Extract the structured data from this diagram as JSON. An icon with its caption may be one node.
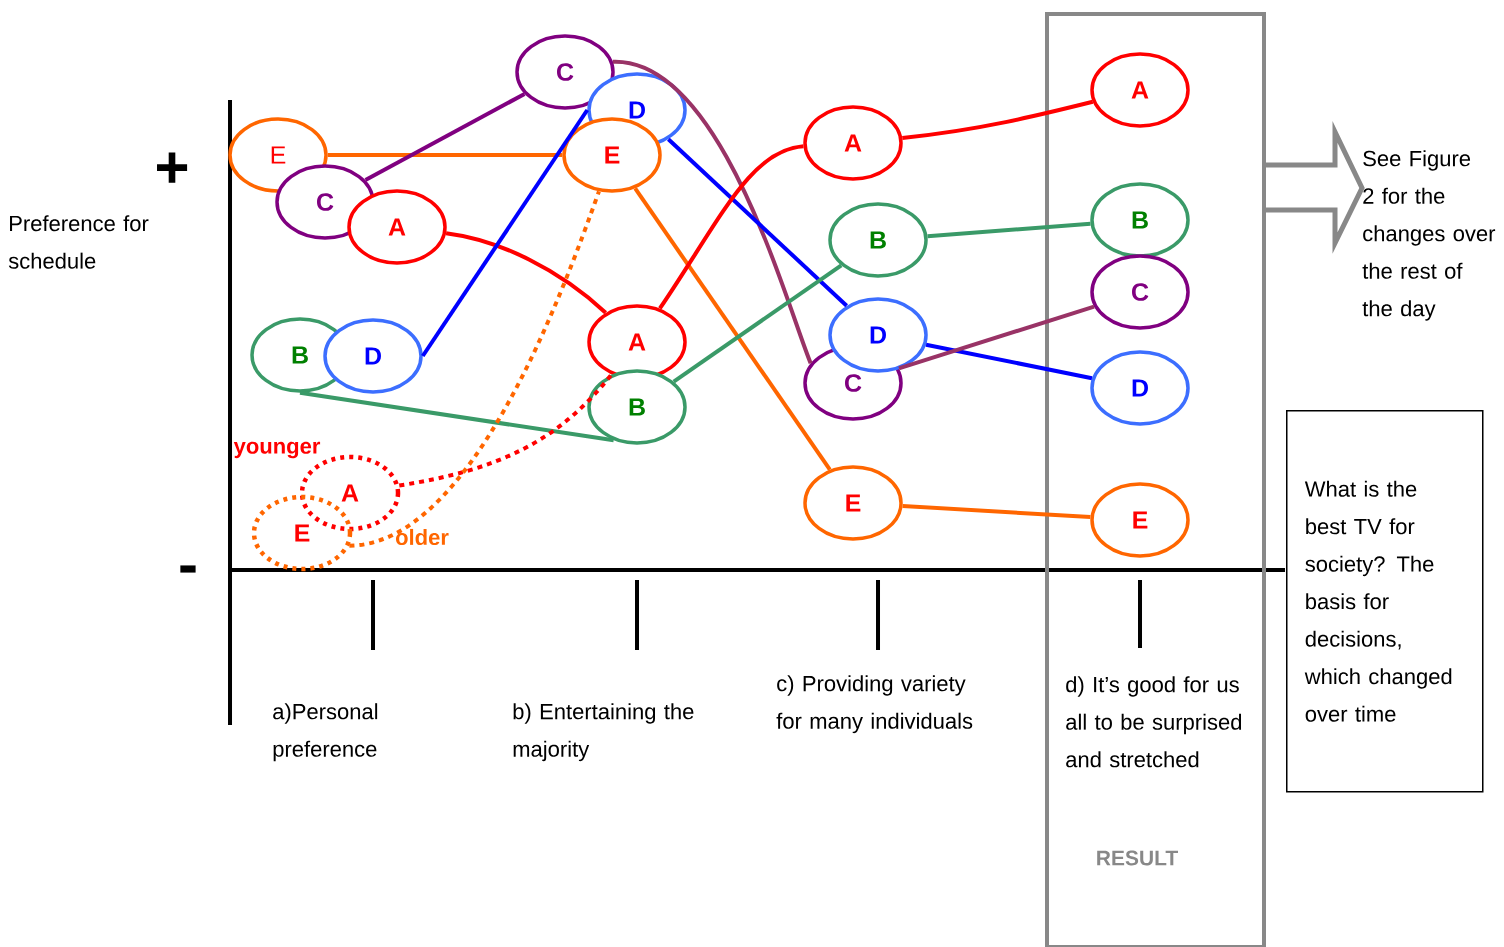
{
  "diagram": {
    "nodes": [
      {
        "text": [
          "E"
        ]
      },
      {
        "text": [
          "C"
        ]
      },
      {
        "text": [
          "A"
        ]
      },
      {
        "text": [
          "B"
        ]
      },
      {
        "text": [
          "D"
        ]
      },
      {
        "text": [
          "C"
        ]
      },
      {
        "text": [
          "D"
        ]
      },
      {
        "text": [
          "E"
        ]
      },
      {
        "text": [
          "A"
        ]
      },
      {
        "text": [
          "B"
        ]
      },
      {
        "text": [
          "A"
        ]
      },
      {
        "text": [
          "B"
        ]
      },
      {
        "text": [
          "D"
        ]
      },
      {
        "text": [
          "C"
        ]
      },
      {
        "text": [
          "E"
        ]
      },
      {
        "text": [
          "d) It’s good for us all to be surprised and stretched",
          "RESULT"
        ]
      },
      {
        "text": [
          "A"
        ],
        "in": 15
      },
      {
        "text": [
          "B"
        ],
        "in": 15
      },
      {
        "text": [
          "C"
        ],
        "in": 15
      },
      {
        "text": [
          "D"
        ],
        "in": 15
      },
      {
        "text": [
          "E"
        ],
        "in": 15
      },
      {
        "text": [
          "A"
        ]
      },
      {
        "text": [
          "E"
        ]
      },
      {
        "text": [
          "See Figure 2 for the changes over the rest of the day"
        ]
      },
      {
        "text": [
          "What is the best TV for society? The basis for decisions, which changed over time"
        ]
      }
    ],
    "edges": [
      {
        "from": 0,
        "to": 7,
        "arrow": "none",
        "color": "#ff6600"
      },
      {
        "from": 1,
        "to": 5,
        "arrow": "none",
        "color": "#800080"
      },
      {
        "from": 2,
        "to": 8,
        "arrow": "none",
        "color": "#ff0000"
      },
      {
        "from": 3,
        "to": 9,
        "arrow": "none",
        "color": "#3a9a68"
      },
      {
        "from": 4,
        "to": 6,
        "arrow": "none",
        "color": "#0000ff"
      },
      {
        "from": 5,
        "to": 13,
        "arrow": "none",
        "color": "#993366"
      },
      {
        "from": 6,
        "to": 12,
        "arrow": "none",
        "color": "#0000ff"
      },
      {
        "from": 7,
        "to": 14,
        "arrow": "none",
        "color": "#ff6600"
      },
      {
        "from": 8,
        "to": 10,
        "arrow": "none",
        "color": "#ff0000"
      },
      {
        "from": 9,
        "to": 11,
        "arrow": "none",
        "color": "#3a9a68"
      },
      {
        "from": 10,
        "to": 16,
        "arrow": "none",
        "color": "#ff0000"
      },
      {
        "from": 11,
        "to": 17,
        "arrow": "none",
        "color": "#3a9a68"
      },
      {
        "from": 12,
        "to": 19,
        "arrow": "none",
        "color": "#0000ff"
      },
      {
        "from": 13,
        "to": 18,
        "arrow": "none",
        "color": "#993366"
      },
      {
        "from": 14,
        "to": 20,
        "arrow": "none",
        "color": "#ff6600"
      },
      {
        "from": 21,
        "to": 8,
        "arrow": "none",
        "style": "dashed",
        "color": "#ff0000"
      },
      {
        "from": 22,
        "to": 7,
        "arrow": "none",
        "style": "dashed",
        "color": "#ff6600"
      },
      {
        "from": 15,
        "to": 23,
        "arrow": "to",
        "style": "thick",
        "color": "#888888"
      }
    ],
    "labels": [
      "+",
      "Preference for schedule",
      "younger",
      "older",
      "-",
      "a)Personal preference",
      "b) Entertaining the majority",
      "c) Providing variety for many individuals"
    ]
  }
}
